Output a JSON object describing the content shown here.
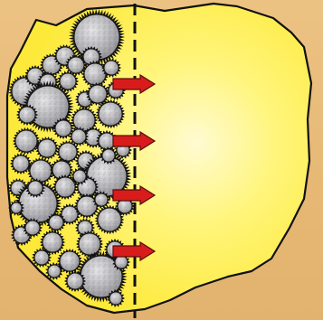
{
  "diagram": {
    "colors": {
      "background": "#e8bb76",
      "blob_fill": "#fff04a",
      "blob_highlight": "#fffbd0",
      "blob_outline": "#111111",
      "particle_fill": "#b9b9bd",
      "particle_outline": "#111111",
      "arrow_fill": "#d81c1c",
      "arrow_outline": "#5a0c0c",
      "divider": "#111111"
    },
    "elements": {
      "blob": "irregular-yellow-region",
      "particles": "spiky-gray-particles",
      "divider": "dashed-vertical-line",
      "arrows": "right-pointing-red-arrows"
    },
    "arrow_count": 4,
    "particle_count": 58
  }
}
